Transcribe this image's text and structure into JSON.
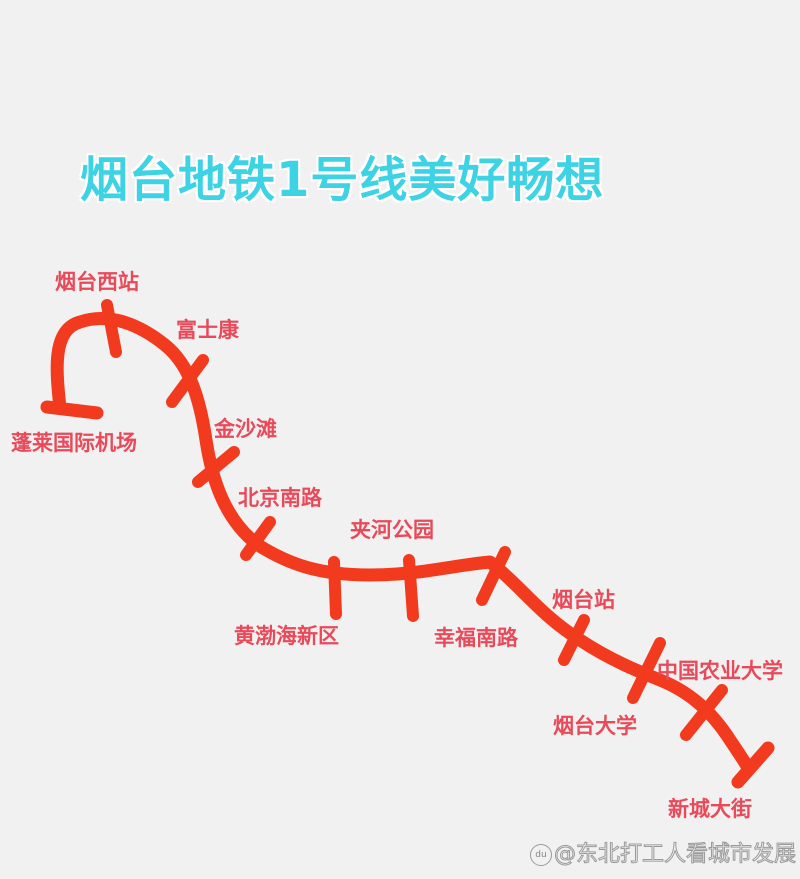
{
  "title": "烟台地铁1号线美好畅想",
  "colors": {
    "background": "#f1f1f1",
    "title": "#3dd2e4",
    "line": "#f23a1e",
    "station_label": "#e84a5a"
  },
  "line": {
    "name": "1号线",
    "stations": [
      {
        "name": "蓬莱国际机场",
        "terminus": true
      },
      {
        "name": "烟台西站"
      },
      {
        "name": "富士康"
      },
      {
        "name": "金沙滩"
      },
      {
        "name": "北京南路"
      },
      {
        "name": "黄渤海新区"
      },
      {
        "name": "夹河公园"
      },
      {
        "name": "幸福南路"
      },
      {
        "name": "烟台站"
      },
      {
        "name": "烟台大学"
      },
      {
        "name": "中国农业大学"
      },
      {
        "name": "新城大街",
        "terminus": true
      }
    ]
  },
  "watermark": {
    "icon": "baidu-paw-icon",
    "icon_text": "du",
    "text": "@东北打工人看城市发展"
  }
}
